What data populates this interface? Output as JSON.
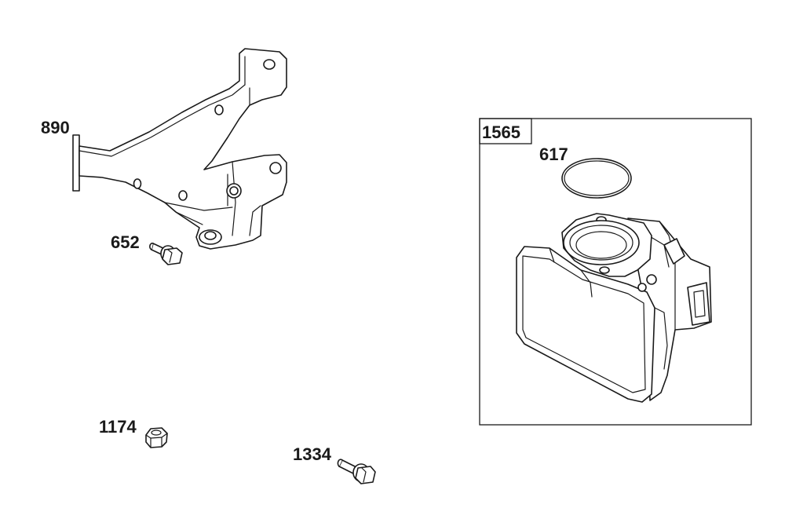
{
  "callouts": {
    "bracket": "890",
    "bolt_small": "652",
    "nut": "1174",
    "bolt_long": "1334",
    "assembly": "1565",
    "gasket": "617"
  }
}
